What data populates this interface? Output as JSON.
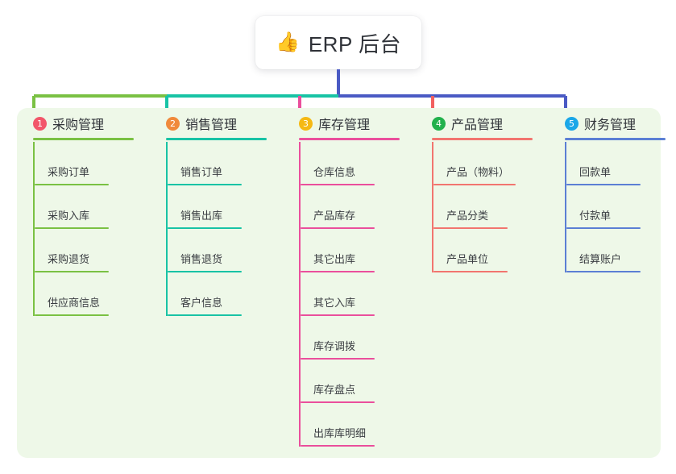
{
  "root": {
    "emoji": "👍",
    "emoji_name": "thumbs-up-icon",
    "title": "ERP 后台"
  },
  "panel": {
    "background": "#eef8e8"
  },
  "connector": {
    "stem_color": "#4a5ac4",
    "bar_segments": [
      {
        "color": "#7ac143"
      },
      {
        "color": "#18c3a5"
      },
      {
        "color": "#4a5ac4"
      }
    ],
    "drops": [
      "#7ac143",
      "#18c3a5",
      "#ea4f9c",
      "#f2605f",
      "#4a5ac4"
    ]
  },
  "columns": [
    {
      "index": "1",
      "badge_color": "#f2566a",
      "line_color": "#7ac143",
      "title": "采购管理",
      "items": [
        {
          "label": "采购订单"
        },
        {
          "label": "采购入库"
        },
        {
          "label": "采购退货"
        },
        {
          "label": "供应商信息"
        }
      ]
    },
    {
      "index": "2",
      "badge_color": "#f08a3c",
      "line_color": "#18c3a5",
      "title": "销售管理",
      "items": [
        {
          "label": "销售订单"
        },
        {
          "label": "销售出库"
        },
        {
          "label": "销售退货"
        },
        {
          "label": "客户信息"
        }
      ]
    },
    {
      "index": "3",
      "badge_color": "#f5b914",
      "line_color": "#ea4f9c",
      "title": "库存管理",
      "items": [
        {
          "label": "仓库信息"
        },
        {
          "label": "产品库存"
        },
        {
          "label": "其它出库"
        },
        {
          "label": "其它入库"
        },
        {
          "label": "库存调拨"
        },
        {
          "label": "库存盘点"
        },
        {
          "label": "出库库明细"
        }
      ]
    },
    {
      "index": "4",
      "badge_color": "#22b14c",
      "line_color": "#f2756f",
      "title": "产品管理",
      "items": [
        {
          "label": "产品（物料）"
        },
        {
          "label": "产品分类"
        },
        {
          "label": "产品单位"
        }
      ]
    },
    {
      "index": "5",
      "badge_color": "#1aa7e8",
      "line_color": "#5b7fd4",
      "title": "财务管理",
      "items": [
        {
          "label": "回款单"
        },
        {
          "label": "付款单"
        },
        {
          "label": "结算账户"
        }
      ]
    }
  ]
}
